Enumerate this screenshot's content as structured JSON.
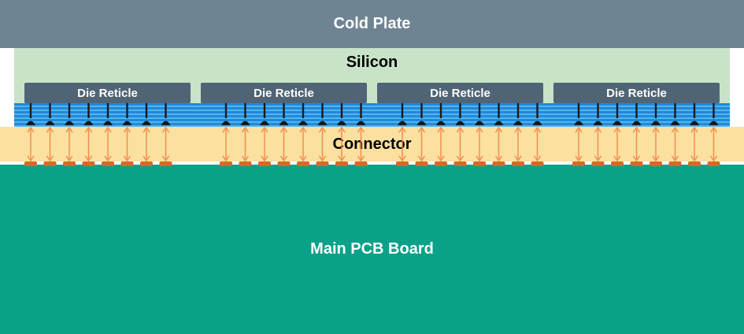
{
  "labels": {
    "cold_plate": "Cold Plate",
    "silicon": "Silicon",
    "connector": "Connector",
    "pcb": "Main PCB Board",
    "die_reticle": "Die Reticle"
  },
  "reticles": [
    "Die Reticle",
    "Die Reticle",
    "Die Reticle",
    "Die Reticle"
  ],
  "colors": {
    "cold_plate": "#6f8493",
    "silicon": "#c8e3c8",
    "reticle": "#4f6575",
    "wiring_blue": "#1f8ad8",
    "connector": "#fbe0a0",
    "pcb": "#0aa189",
    "arrow": "#f08a4b",
    "pad": "#d9662e",
    "bump": "#1a1a1a"
  },
  "icons": [
    "bump-icon",
    "double-arrow-icon",
    "pad-icon"
  ]
}
